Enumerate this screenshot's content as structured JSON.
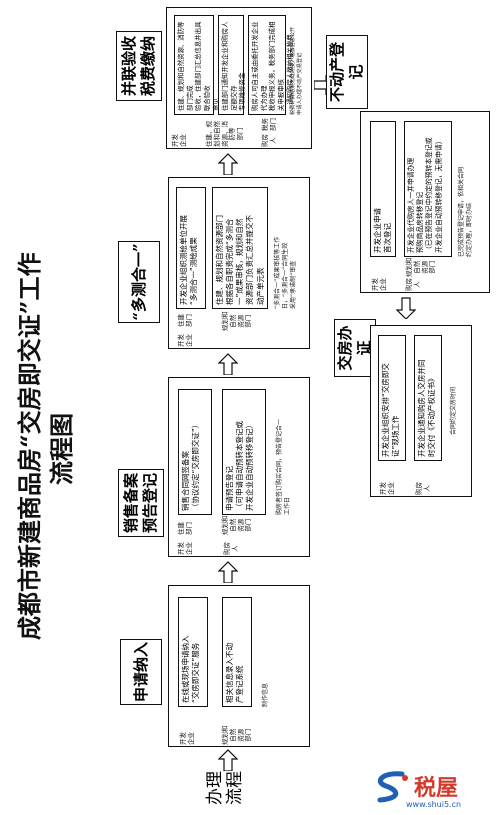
{
  "title": "成都市新建商品房“交房即交证”工作",
  "subtitle": "流程图",
  "process_label": "办理\n流程",
  "steps": [
    {
      "header": "申请纳入",
      "boxes": [
        "在线或现场申请纳入\n“交房即交证”服务",
        "相关信息录入不动\n产登记系统"
      ],
      "note": "制作信息",
      "parties": [
        {
          "name": "开发\n企业",
          "dept": ""
        },
        {
          "name": "",
          "dept": "规划和\n自然\n资源\n部门"
        }
      ]
    },
    {
      "header": "销售备案\n预告登记",
      "boxes": [
        "销售合同网签备案\n（协议约定“交房即交证”）",
        "申请预告登记\n（可申请自动预转本登记或\n开发企业自动预转移登记）"
      ],
      "note": "购房者签订购买合同，预告登记合一\n工作日",
      "parties": [
        {
          "name": "开发\n企业",
          "dept": "住建\n部门"
        },
        {
          "name": "购房\n人",
          "dept": "规划和\n自然\n资源\n部门"
        }
      ]
    },
    {
      "header": "“多测合一”",
      "boxes": [
        "开发企业组织测绘单位开展\n“多测合一”测绘成果",
        "住建、规划和自然资源部门\n根据各自职责完成“多测合\n一”成果审核，规划和自然\n资源部门负责汇总并提交不\n动产单元表"
      ],
      "note": "“多测合一”成果审核等工作\n日，“多测合一”合同生效\n采用“承诺制”审查",
      "parties": [
        {
          "name": "开发\n企业",
          "dept": "住建\n部门"
        },
        {
          "name": "",
          "dept": "规划和\n自然\n资源\n部门"
        }
      ]
    },
    {
      "header": "并联验收\n税费缴纳",
      "boxes": [
        "住建、规划和自然资源、消防等部门完成\n验收，住建部门汇总信息并出具联合验收\n意见",
        "住建部门通知开发企业和购房人足额交存\n专项维修资金",
        "购房人可自主或由委托开发企业代为办理\n税收申报义务，税务部门完成相关申报审核\n、通知购房人缴纳相关税费"
      ],
      "note": "税费计算结果无缝对接，增加信息公开\n申请人办理不动产交易登记",
      "parties": [
        {
          "name": "开发\n企业",
          "dept": "住建、规\n划和自然\n资源、消\n防等\n部门"
        },
        {
          "name": "购房\n人",
          "dept": "税务\n部门"
        }
      ]
    },
    {
      "header": "不动产登记",
      "boxes": [
        "开发企业申请\n首次登记",
        "开发企业代购房人一并申请办理\n预购商品房转移登记\n（已在预告登记中约定的预转本登记或\n开发企业自动预转移登记，无需申请）"
      ],
      "note": "已完成预告登记申请，依相关合同\n约定办理，即时办结",
      "parties": [
        {
          "name": "开发\n企业",
          "dept": ""
        },
        {
          "name": "购房\n人",
          "dept": "规划和\n自然\n资源\n部门"
        }
      ]
    },
    {
      "header": "交房办证",
      "boxes": [
        "开发企业组织安排“交房即交\n证”现场工作",
        "开发企业通知购房人交房并同\n时交付《不动产权证书》"
      ],
      "note": "合同约定交房时间",
      "parties": [
        {
          "name": "开发\n企业",
          "dept": ""
        },
        {
          "name": "购房\n人",
          "dept": ""
        }
      ]
    }
  ],
  "watermark": {
    "name": "税屋",
    "url": "www.shui5.cn",
    "color_blue": "#1f5fb4",
    "color_red": "#d33a2c"
  }
}
